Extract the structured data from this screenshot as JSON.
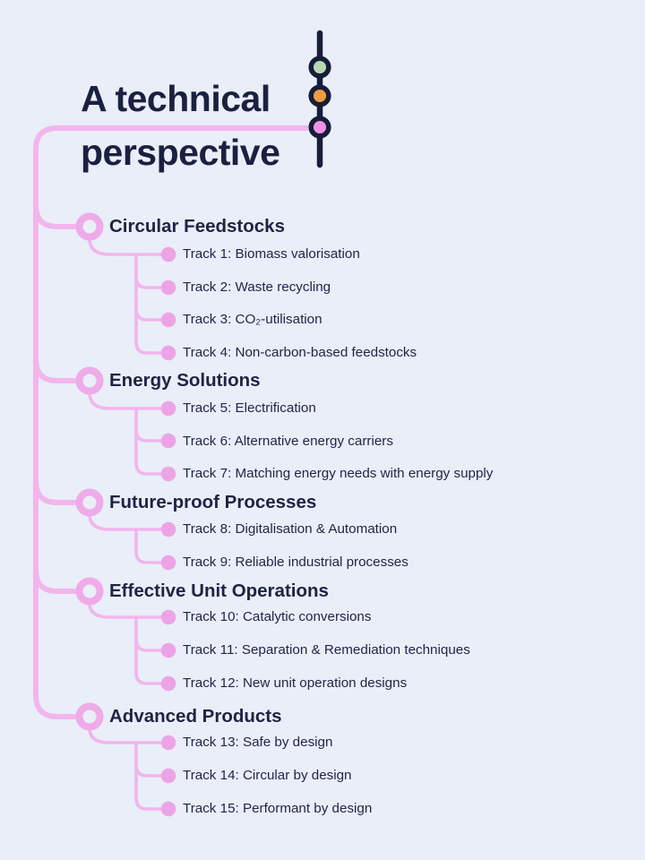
{
  "title": {
    "line1": "A technical",
    "line2": "perspective"
  },
  "decoration": {
    "circles": [
      {
        "name": "green",
        "color": "#b7d8b3"
      },
      {
        "name": "orange",
        "color": "#f19c40"
      },
      {
        "name": "pink",
        "color": "#ee92e4"
      }
    ],
    "stem_color": "#161d38"
  },
  "colors": {
    "background": "#e9eef8",
    "text_navy": "#1d2443",
    "line_pink": "#f2b5ec",
    "ring_pink": "#efabe8",
    "dot_pink": "#eda4e6"
  },
  "sections": [
    {
      "label": "Circular Feedstocks",
      "tracks": [
        "Track 1: Biomass valorisation",
        "Track 2: Waste recycling",
        "Track 3: CO₂-utilisation",
        "Track 4: Non-carbon-based feedstocks"
      ]
    },
    {
      "label": "Energy Solutions",
      "tracks": [
        "Track 5: Electrification",
        "Track 6: Alternative energy carriers",
        "Track 7: Matching energy needs with energy supply"
      ]
    },
    {
      "label": "Future-proof Processes",
      "tracks": [
        "Track 8: Digitalisation & Automation",
        "Track 9: Reliable industrial processes"
      ]
    },
    {
      "label": "Effective Unit Operations",
      "tracks": [
        "Track 10: Catalytic conversions",
        "Track 11: Separation & Remediation techniques",
        "Track 12: New unit operation designs"
      ]
    },
    {
      "label": "Advanced Products",
      "tracks": [
        "Track 13: Safe by design",
        "Track 14: Circular by design",
        "Track 15: Performant by design"
      ]
    }
  ]
}
